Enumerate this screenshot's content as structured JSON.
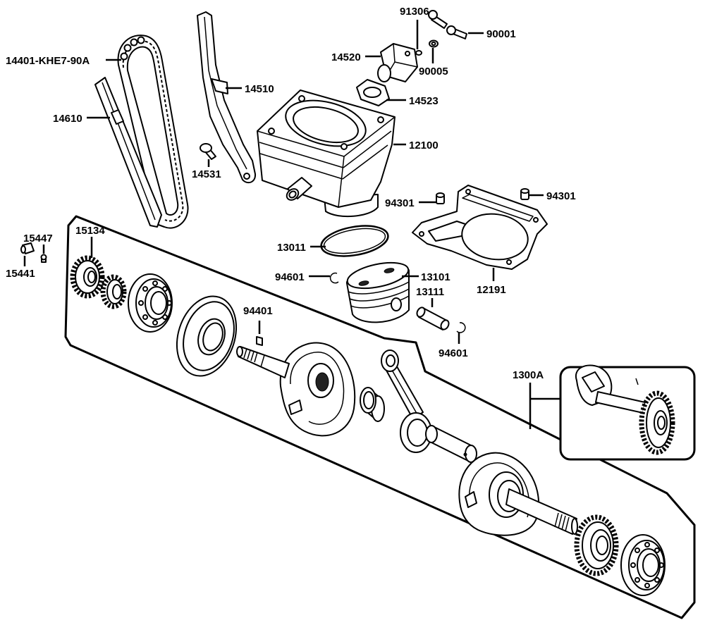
{
  "diagram": {
    "labels": {
      "cam_chain": "14401-KHE7-90A",
      "chain_guide": "14610",
      "tensioner_slipper": "14510",
      "slipper_bolt": "14531",
      "part_91306": "91306",
      "tensioner_bolts": "90001",
      "tensioner": "14520",
      "part_90005": "90005",
      "tensioner_gasket": "14523",
      "cylinder": "12100",
      "dowel_pin_left": "94301",
      "dowel_pin_right": "94301",
      "part_15447": "15447",
      "cam_sprocket": "15134",
      "part_15441": "15441",
      "piston_ring_set": "13011",
      "piston_pin_clip_1": "94601",
      "piston": "13101",
      "piston_pin": "13111",
      "cylinder_gasket": "12191",
      "crank_key": "94401",
      "piston_pin_clip_2": "94601",
      "crankshaft_assembly": "1300A"
    }
  }
}
